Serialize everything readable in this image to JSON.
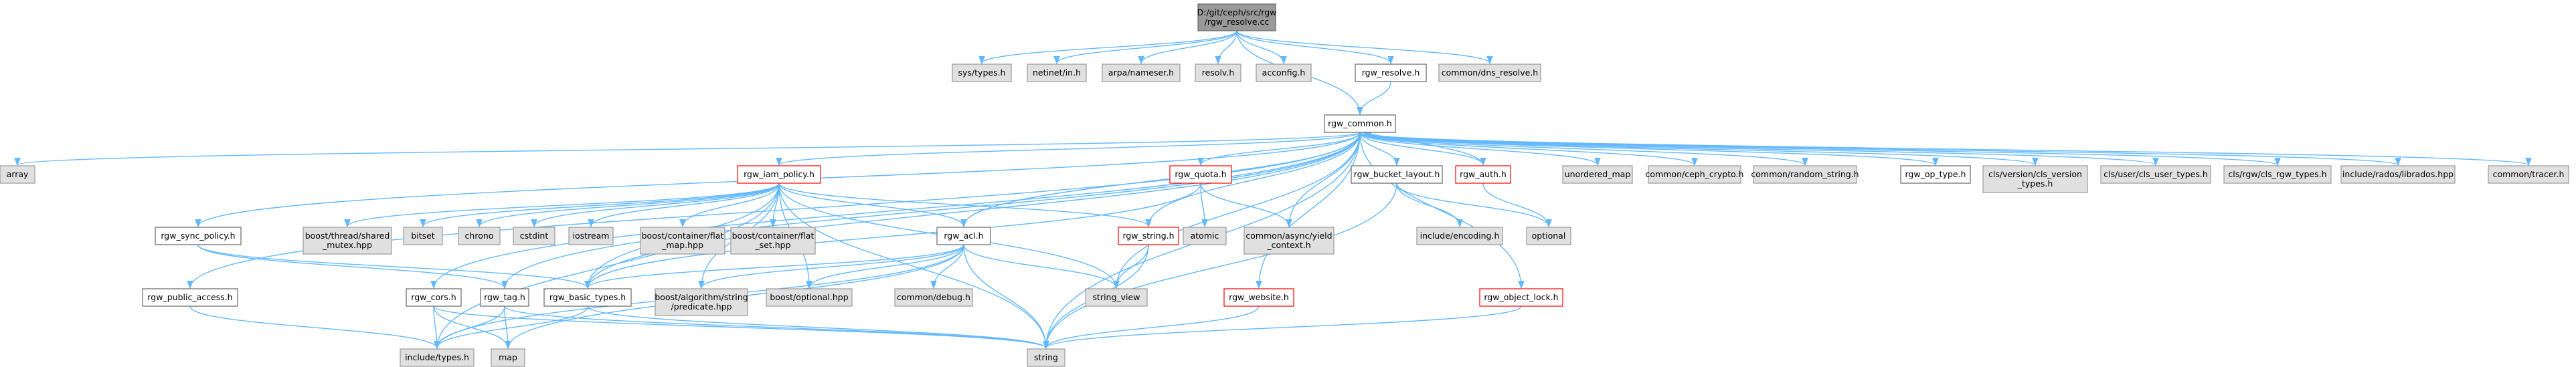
{
  "colors": {
    "edge": "#63b8ff",
    "arrow": "#63b8ff",
    "node_default_fill": "#ffffff",
    "node_default_stroke": "#666666",
    "node_system_fill": "#e0e0e0",
    "node_system_stroke": "#999999",
    "node_root_fill": "#999999",
    "node_root_stroke": "#666666",
    "node_highlight_fill": "#ffffff",
    "node_highlight_stroke": "#ff0000"
  },
  "nodes": [
    {
      "id": "root",
      "label": [
        "D:/git/ceph/src/rgw",
        "/rgw_resolve.cc"
      ],
      "kind": "root"
    },
    {
      "id": "sys_types",
      "label": [
        "sys/types.h"
      ],
      "kind": "system"
    },
    {
      "id": "netinet_in",
      "label": [
        "netinet/in.h"
      ],
      "kind": "system"
    },
    {
      "id": "arpa_nameser",
      "label": [
        "arpa/nameser.h"
      ],
      "kind": "system"
    },
    {
      "id": "resolv",
      "label": [
        "resolv.h"
      ],
      "kind": "system"
    },
    {
      "id": "acconfig",
      "label": [
        "acconfig.h"
      ],
      "kind": "system"
    },
    {
      "id": "rgw_resolve_h",
      "label": [
        "rgw_resolve.h"
      ],
      "kind": "default"
    },
    {
      "id": "dns_resolve",
      "label": [
        "common/dns_resolve.h"
      ],
      "kind": "system"
    },
    {
      "id": "rgw_common",
      "label": [
        "rgw_common.h"
      ],
      "kind": "default"
    },
    {
      "id": "array",
      "label": [
        "array"
      ],
      "kind": "system"
    },
    {
      "id": "rgw_iam_policy",
      "label": [
        "rgw_iam_policy.h"
      ],
      "kind": "highlight"
    },
    {
      "id": "rgw_quota",
      "label": [
        "rgw_quota.h"
      ],
      "kind": "highlight"
    },
    {
      "id": "rgw_bucket_layout",
      "label": [
        "rgw_bucket_layout.h"
      ],
      "kind": "default"
    },
    {
      "id": "rgw_auth",
      "label": [
        "rgw_auth.h"
      ],
      "kind": "highlight"
    },
    {
      "id": "unordered_map",
      "label": [
        "unordered_map"
      ],
      "kind": "system"
    },
    {
      "id": "ceph_crypto",
      "label": [
        "common/ceph_crypto.h"
      ],
      "kind": "system"
    },
    {
      "id": "random_string",
      "label": [
        "common/random_string.h"
      ],
      "kind": "system"
    },
    {
      "id": "rgw_op_type",
      "label": [
        "rgw_op_type.h"
      ],
      "kind": "default"
    },
    {
      "id": "cls_version_types",
      "label": [
        "cls/version/cls_version",
        "_types.h"
      ],
      "kind": "system"
    },
    {
      "id": "cls_user_types",
      "label": [
        "cls/user/cls_user_types.h"
      ],
      "kind": "system"
    },
    {
      "id": "cls_rgw_types",
      "label": [
        "cls/rgw/cls_rgw_types.h"
      ],
      "kind": "system"
    },
    {
      "id": "librados",
      "label": [
        "include/rados/librados.hpp"
      ],
      "kind": "system"
    },
    {
      "id": "tracer",
      "label": [
        "common/tracer.h"
      ],
      "kind": "system"
    },
    {
      "id": "rgw_sync_policy",
      "label": [
        "rgw_sync_policy.h"
      ],
      "kind": "default"
    },
    {
      "id": "shared_mutex",
      "label": [
        "boost/thread/shared",
        "_mutex.hpp"
      ],
      "kind": "system"
    },
    {
      "id": "bitset",
      "label": [
        "bitset"
      ],
      "kind": "system"
    },
    {
      "id": "chrono",
      "label": [
        "chrono"
      ],
      "kind": "system"
    },
    {
      "id": "cstdint",
      "label": [
        "cstdint"
      ],
      "kind": "system"
    },
    {
      "id": "iostream",
      "label": [
        "iostream"
      ],
      "kind": "system"
    },
    {
      "id": "flat_map",
      "label": [
        "boost/container/flat",
        "_map.hpp"
      ],
      "kind": "system"
    },
    {
      "id": "flat_set",
      "label": [
        "boost/container/flat",
        "_set.hpp"
      ],
      "kind": "system"
    },
    {
      "id": "rgw_acl",
      "label": [
        "rgw_acl.h"
      ],
      "kind": "default"
    },
    {
      "id": "atomic",
      "label": [
        "atomic"
      ],
      "kind": "system"
    },
    {
      "id": "yield_context",
      "label": [
        "common/async/yield",
        "_context.h"
      ],
      "kind": "system"
    },
    {
      "id": "rgw_string",
      "label": [
        "rgw_string.h"
      ],
      "kind": "highlight"
    },
    {
      "id": "include_encoding",
      "label": [
        "include/encoding.h"
      ],
      "kind": "system"
    },
    {
      "id": "optional",
      "label": [
        "optional"
      ],
      "kind": "system"
    },
    {
      "id": "rgw_public_access",
      "label": [
        "rgw_public_access.h"
      ],
      "kind": "default"
    },
    {
      "id": "rgw_cors",
      "label": [
        "rgw_cors.h"
      ],
      "kind": "default"
    },
    {
      "id": "rgw_tag",
      "label": [
        "rgw_tag.h"
      ],
      "kind": "default"
    },
    {
      "id": "rgw_basic_types",
      "label": [
        "rgw_basic_types.h"
      ],
      "kind": "default"
    },
    {
      "id": "algo_predicate",
      "label": [
        "boost/algorithm/string",
        "/predicate.hpp"
      ],
      "kind": "system"
    },
    {
      "id": "boost_optional",
      "label": [
        "boost/optional.hpp"
      ],
      "kind": "system"
    },
    {
      "id": "common_debug",
      "label": [
        "common/debug.h"
      ],
      "kind": "system"
    },
    {
      "id": "string_view",
      "label": [
        "string_view"
      ],
      "kind": "system"
    },
    {
      "id": "rgw_website",
      "label": [
        "rgw_website.h"
      ],
      "kind": "highlight"
    },
    {
      "id": "rgw_object_lock",
      "label": [
        "rgw_object_lock.h"
      ],
      "kind": "highlight"
    },
    {
      "id": "include_types",
      "label": [
        "include/types.h"
      ],
      "kind": "system"
    },
    {
      "id": "map",
      "label": [
        "map"
      ],
      "kind": "system"
    },
    {
      "id": "string",
      "label": [
        "string"
      ],
      "kind": "system"
    }
  ],
  "edges": [
    [
      "root",
      "sys_types"
    ],
    [
      "root",
      "netinet_in"
    ],
    [
      "root",
      "arpa_nameser"
    ],
    [
      "root",
      "resolv"
    ],
    [
      "root",
      "acconfig"
    ],
    [
      "root",
      "rgw_resolve_h"
    ],
    [
      "root",
      "dns_resolve"
    ],
    [
      "root",
      "rgw_common"
    ],
    [
      "rgw_resolve_h",
      "rgw_common"
    ],
    [
      "rgw_common",
      "array"
    ],
    [
      "rgw_common",
      "rgw_iam_policy"
    ],
    [
      "rgw_common",
      "rgw_quota"
    ],
    [
      "rgw_common",
      "rgw_bucket_layout"
    ],
    [
      "rgw_common",
      "rgw_auth"
    ],
    [
      "rgw_common",
      "unordered_map"
    ],
    [
      "rgw_common",
      "ceph_crypto"
    ],
    [
      "rgw_common",
      "random_string"
    ],
    [
      "rgw_common",
      "rgw_op_type"
    ],
    [
      "rgw_common",
      "cls_version_types"
    ],
    [
      "rgw_common",
      "cls_user_types"
    ],
    [
      "rgw_common",
      "cls_rgw_types"
    ],
    [
      "rgw_common",
      "librados"
    ],
    [
      "rgw_common",
      "tracer"
    ],
    [
      "rgw_common",
      "rgw_sync_policy"
    ],
    [
      "rgw_common",
      "rgw_acl"
    ],
    [
      "rgw_common",
      "rgw_string"
    ],
    [
      "rgw_common",
      "yield_context"
    ],
    [
      "rgw_common",
      "rgw_public_access"
    ],
    [
      "rgw_common",
      "rgw_cors"
    ],
    [
      "rgw_common",
      "rgw_tag"
    ],
    [
      "rgw_common",
      "rgw_website"
    ],
    [
      "rgw_common",
      "rgw_object_lock"
    ],
    [
      "rgw_common",
      "string_view"
    ],
    [
      "rgw_common",
      "string"
    ],
    [
      "rgw_common",
      "rgw_basic_types"
    ],
    [
      "rgw_auth",
      "rgw_common"
    ],
    [
      "rgw_auth",
      "optional"
    ],
    [
      "rgw_iam_policy",
      "shared_mutex"
    ],
    [
      "rgw_iam_policy",
      "bitset"
    ],
    [
      "rgw_iam_policy",
      "chrono"
    ],
    [
      "rgw_iam_policy",
      "cstdint"
    ],
    [
      "rgw_iam_policy",
      "iostream"
    ],
    [
      "rgw_iam_policy",
      "flat_map"
    ],
    [
      "rgw_iam_policy",
      "flat_set"
    ],
    [
      "rgw_iam_policy",
      "rgw_acl"
    ],
    [
      "rgw_iam_policy",
      "rgw_basic_types"
    ],
    [
      "rgw_iam_policy",
      "rgw_string"
    ],
    [
      "rgw_iam_policy",
      "algo_predicate"
    ],
    [
      "rgw_iam_policy",
      "boost_optional"
    ],
    [
      "rgw_iam_policy",
      "string_view"
    ],
    [
      "rgw_iam_policy",
      "string"
    ],
    [
      "rgw_iam_policy",
      "include_types"
    ],
    [
      "rgw_quota",
      "atomic"
    ],
    [
      "rgw_quota",
      "yield_context"
    ],
    [
      "rgw_quota",
      "rgw_basic_types"
    ],
    [
      "rgw_bucket_layout",
      "include_encoding"
    ],
    [
      "rgw_bucket_layout",
      "optional"
    ],
    [
      "rgw_bucket_layout",
      "string"
    ],
    [
      "rgw_sync_policy",
      "rgw_basic_types"
    ],
    [
      "rgw_sync_policy",
      "rgw_tag"
    ],
    [
      "rgw_acl",
      "map"
    ],
    [
      "rgw_acl",
      "string"
    ],
    [
      "rgw_acl",
      "string_view"
    ],
    [
      "rgw_acl",
      "include_types"
    ],
    [
      "rgw_acl",
      "common_debug"
    ],
    [
      "rgw_acl",
      "algo_predicate"
    ],
    [
      "rgw_acl",
      "boost_optional"
    ],
    [
      "rgw_acl",
      "rgw_basic_types"
    ],
    [
      "rgw_string",
      "string_view"
    ],
    [
      "rgw_string",
      "string"
    ],
    [
      "rgw_public_access",
      "include_types"
    ],
    [
      "rgw_cors",
      "map"
    ],
    [
      "rgw_cors",
      "string"
    ],
    [
      "rgw_cors",
      "include_types"
    ],
    [
      "rgw_tag",
      "include_types"
    ],
    [
      "rgw_tag",
      "map"
    ],
    [
      "rgw_tag",
      "string"
    ],
    [
      "rgw_basic_types",
      "string"
    ],
    [
      "rgw_basic_types",
      "include_types"
    ],
    [
      "rgw_website",
      "string"
    ],
    [
      "rgw_object_lock",
      "string"
    ]
  ]
}
